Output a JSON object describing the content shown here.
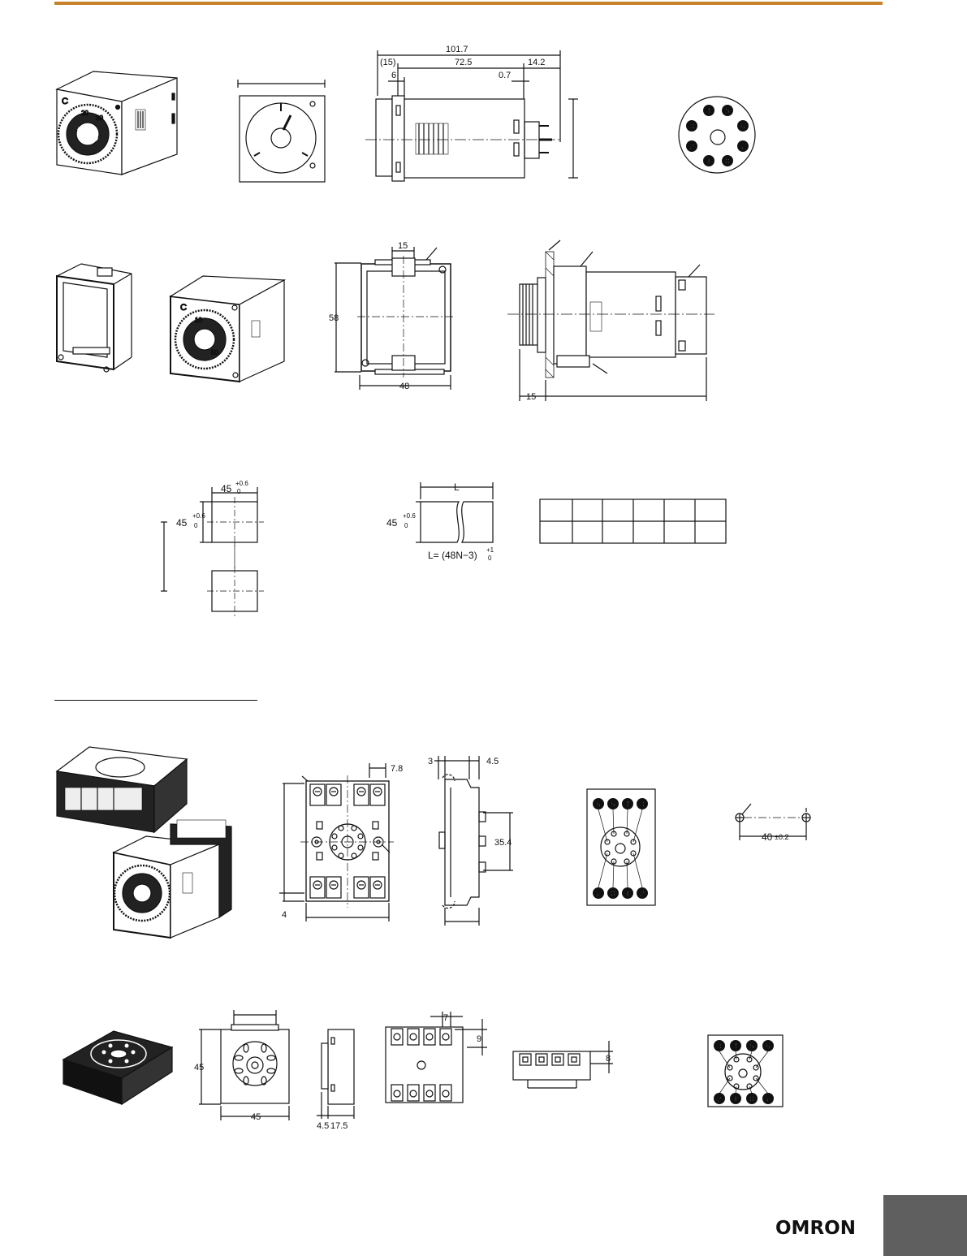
{
  "brand": {
    "logo_text": "OMRON",
    "accent_color": "#c8822a",
    "tab_color": "#5f5f5f"
  },
  "dims": {
    "d101_7": "101.7",
    "d15p": "(15)",
    "d72_5": "72.5",
    "d14_2": "14.2",
    "d6": "6",
    "d0_7": "0.7",
    "d15a": "15",
    "d58": "58",
    "d48": "48",
    "d15b": "15",
    "cut45": "45",
    "tol06": "+0.6",
    "tol0": "0",
    "L": "L",
    "L_formula": "L= (48N−3)",
    "L_tol_hi": "+1",
    "L_tol_lo": "0",
    "d7_8": "7.8",
    "d3": "3",
    "d4_5": "4.5",
    "d35_4": "35.4",
    "d4": "4",
    "d40": "40",
    "tol02": "±0.2",
    "s45": "45",
    "s45b": "45",
    "s4_5": "4.5",
    "s17_5": "17.5",
    "s7": "7",
    "s9": "9",
    "s8": "8"
  },
  "dial": {
    "n20": "20",
    "n30": "30",
    "n10": "10",
    "n50": "50",
    "c": "C"
  },
  "pins": {
    "top_base": [
      "4",
      "5",
      "3",
      "6",
      "2",
      "7",
      "1",
      "8"
    ],
    "socket_top": [
      "6",
      "5",
      "4",
      "3"
    ],
    "socket_bottom": [
      "7",
      "8",
      "1",
      "2"
    ],
    "small_top": [
      "3",
      "4",
      "5",
      "6"
    ],
    "small_bottom": [
      "2",
      "1",
      "8",
      "7"
    ]
  }
}
